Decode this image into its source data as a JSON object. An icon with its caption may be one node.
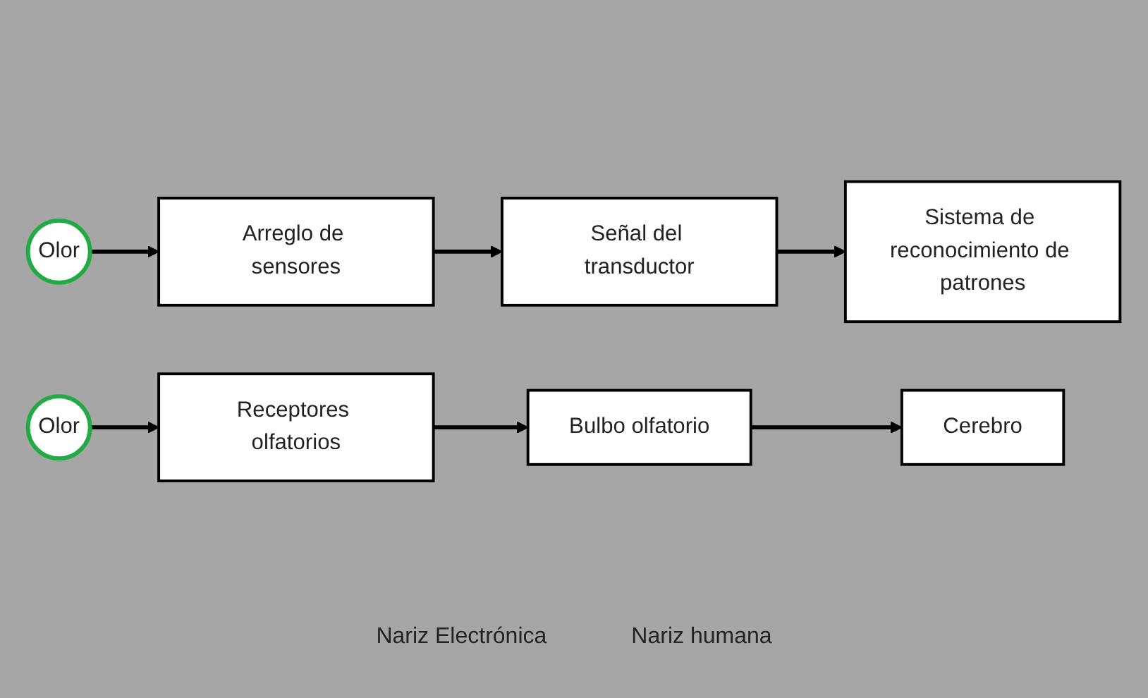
{
  "diagram": {
    "nodes": [
      {
        "text": [
          "Olor"
        ]
      },
      {
        "text": [
          "Arreglo de sensores"
        ]
      },
      {
        "text": [
          "Señal del transductor"
        ]
      },
      {
        "text": [
          "Sistema de reconocimiento de patrones"
        ]
      },
      {
        "text": [
          "Olor"
        ]
      },
      {
        "text": [
          "Receptores olfatorios"
        ]
      },
      {
        "text": [
          "Bulbo olfatorio"
        ]
      },
      {
        "text": [
          "Cerebro"
        ]
      }
    ],
    "edges": [
      {
        "from": 0,
        "to": 1,
        "arrow": "to"
      },
      {
        "from": 1,
        "to": 2,
        "arrow": "to"
      },
      {
        "from": 2,
        "to": 3,
        "arrow": "to"
      },
      {
        "from": 4,
        "to": 5,
        "arrow": "to"
      },
      {
        "from": 5,
        "to": 6,
        "arrow": "to"
      },
      {
        "from": 6,
        "to": 7,
        "arrow": "to"
      }
    ],
    "labels": [
      "Nariz Electrónica",
      "Nariz humana"
    ]
  }
}
